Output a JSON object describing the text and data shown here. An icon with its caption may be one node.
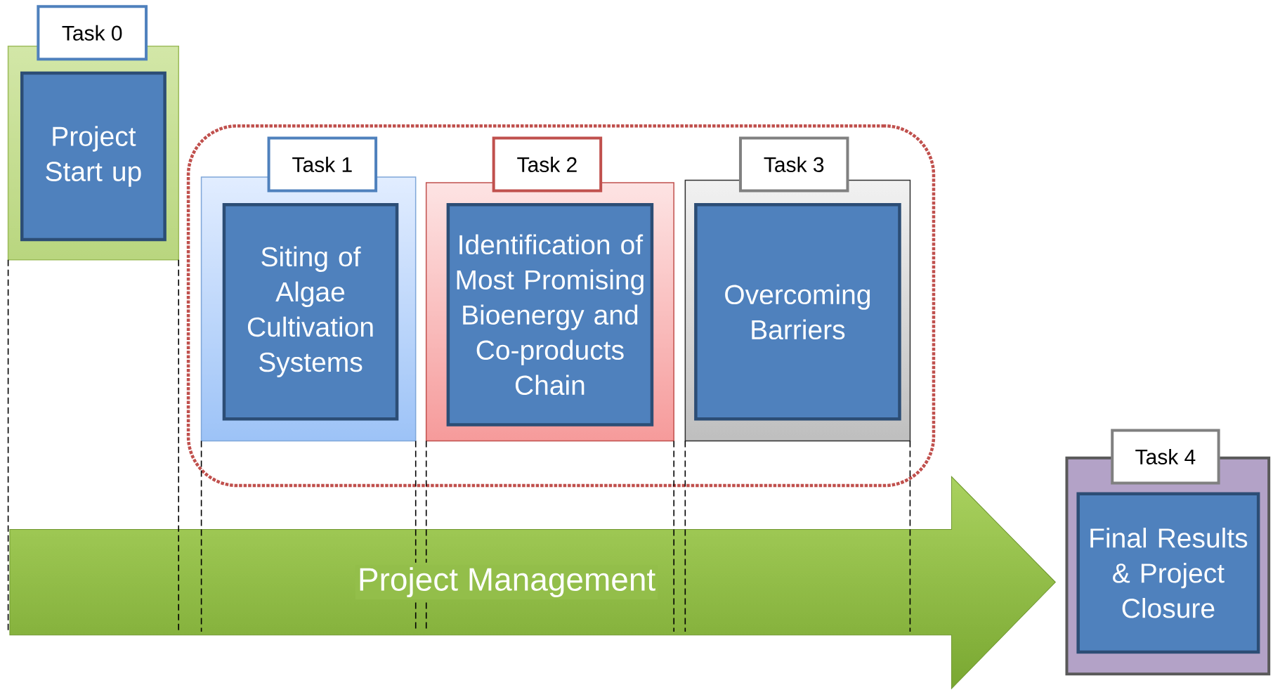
{
  "diagram": {
    "nodes": [
      {
        "text": [],
        "shape": "box"
      },
      {
        "text": [
          "Task 0"
        ]
      },
      {
        "text": [
          "Project Start up"
        ],
        "in": 0
      },
      {
        "text": [],
        "shape": "box"
      },
      {
        "text": [],
        "shape": "box",
        "in": 3
      },
      {
        "text": [
          "Task 1"
        ],
        "in": 3
      },
      {
        "text": [
          "Siting of Algae Cultivation Systems"
        ],
        "in": 4
      },
      {
        "text": [],
        "shape": "box",
        "in": 3
      },
      {
        "text": [
          "Task 2"
        ],
        "in": 3
      },
      {
        "text": [
          "Identification of Most Promising Bioenergy and Co-products Chain"
        ],
        "in": 7
      },
      {
        "text": [],
        "shape": "box",
        "in": 3
      },
      {
        "text": [
          "Task 3"
        ],
        "in": 3
      },
      {
        "text": [
          "Overcoming Barriers"
        ],
        "in": 10
      },
      {
        "text": [
          "Project Management"
        ]
      },
      {
        "text": [],
        "shape": "box"
      },
      {
        "text": [
          "Task 4"
        ]
      },
      {
        "text": [
          "Final Results & Project Closure"
        ],
        "in": 14
      }
    ]
  }
}
